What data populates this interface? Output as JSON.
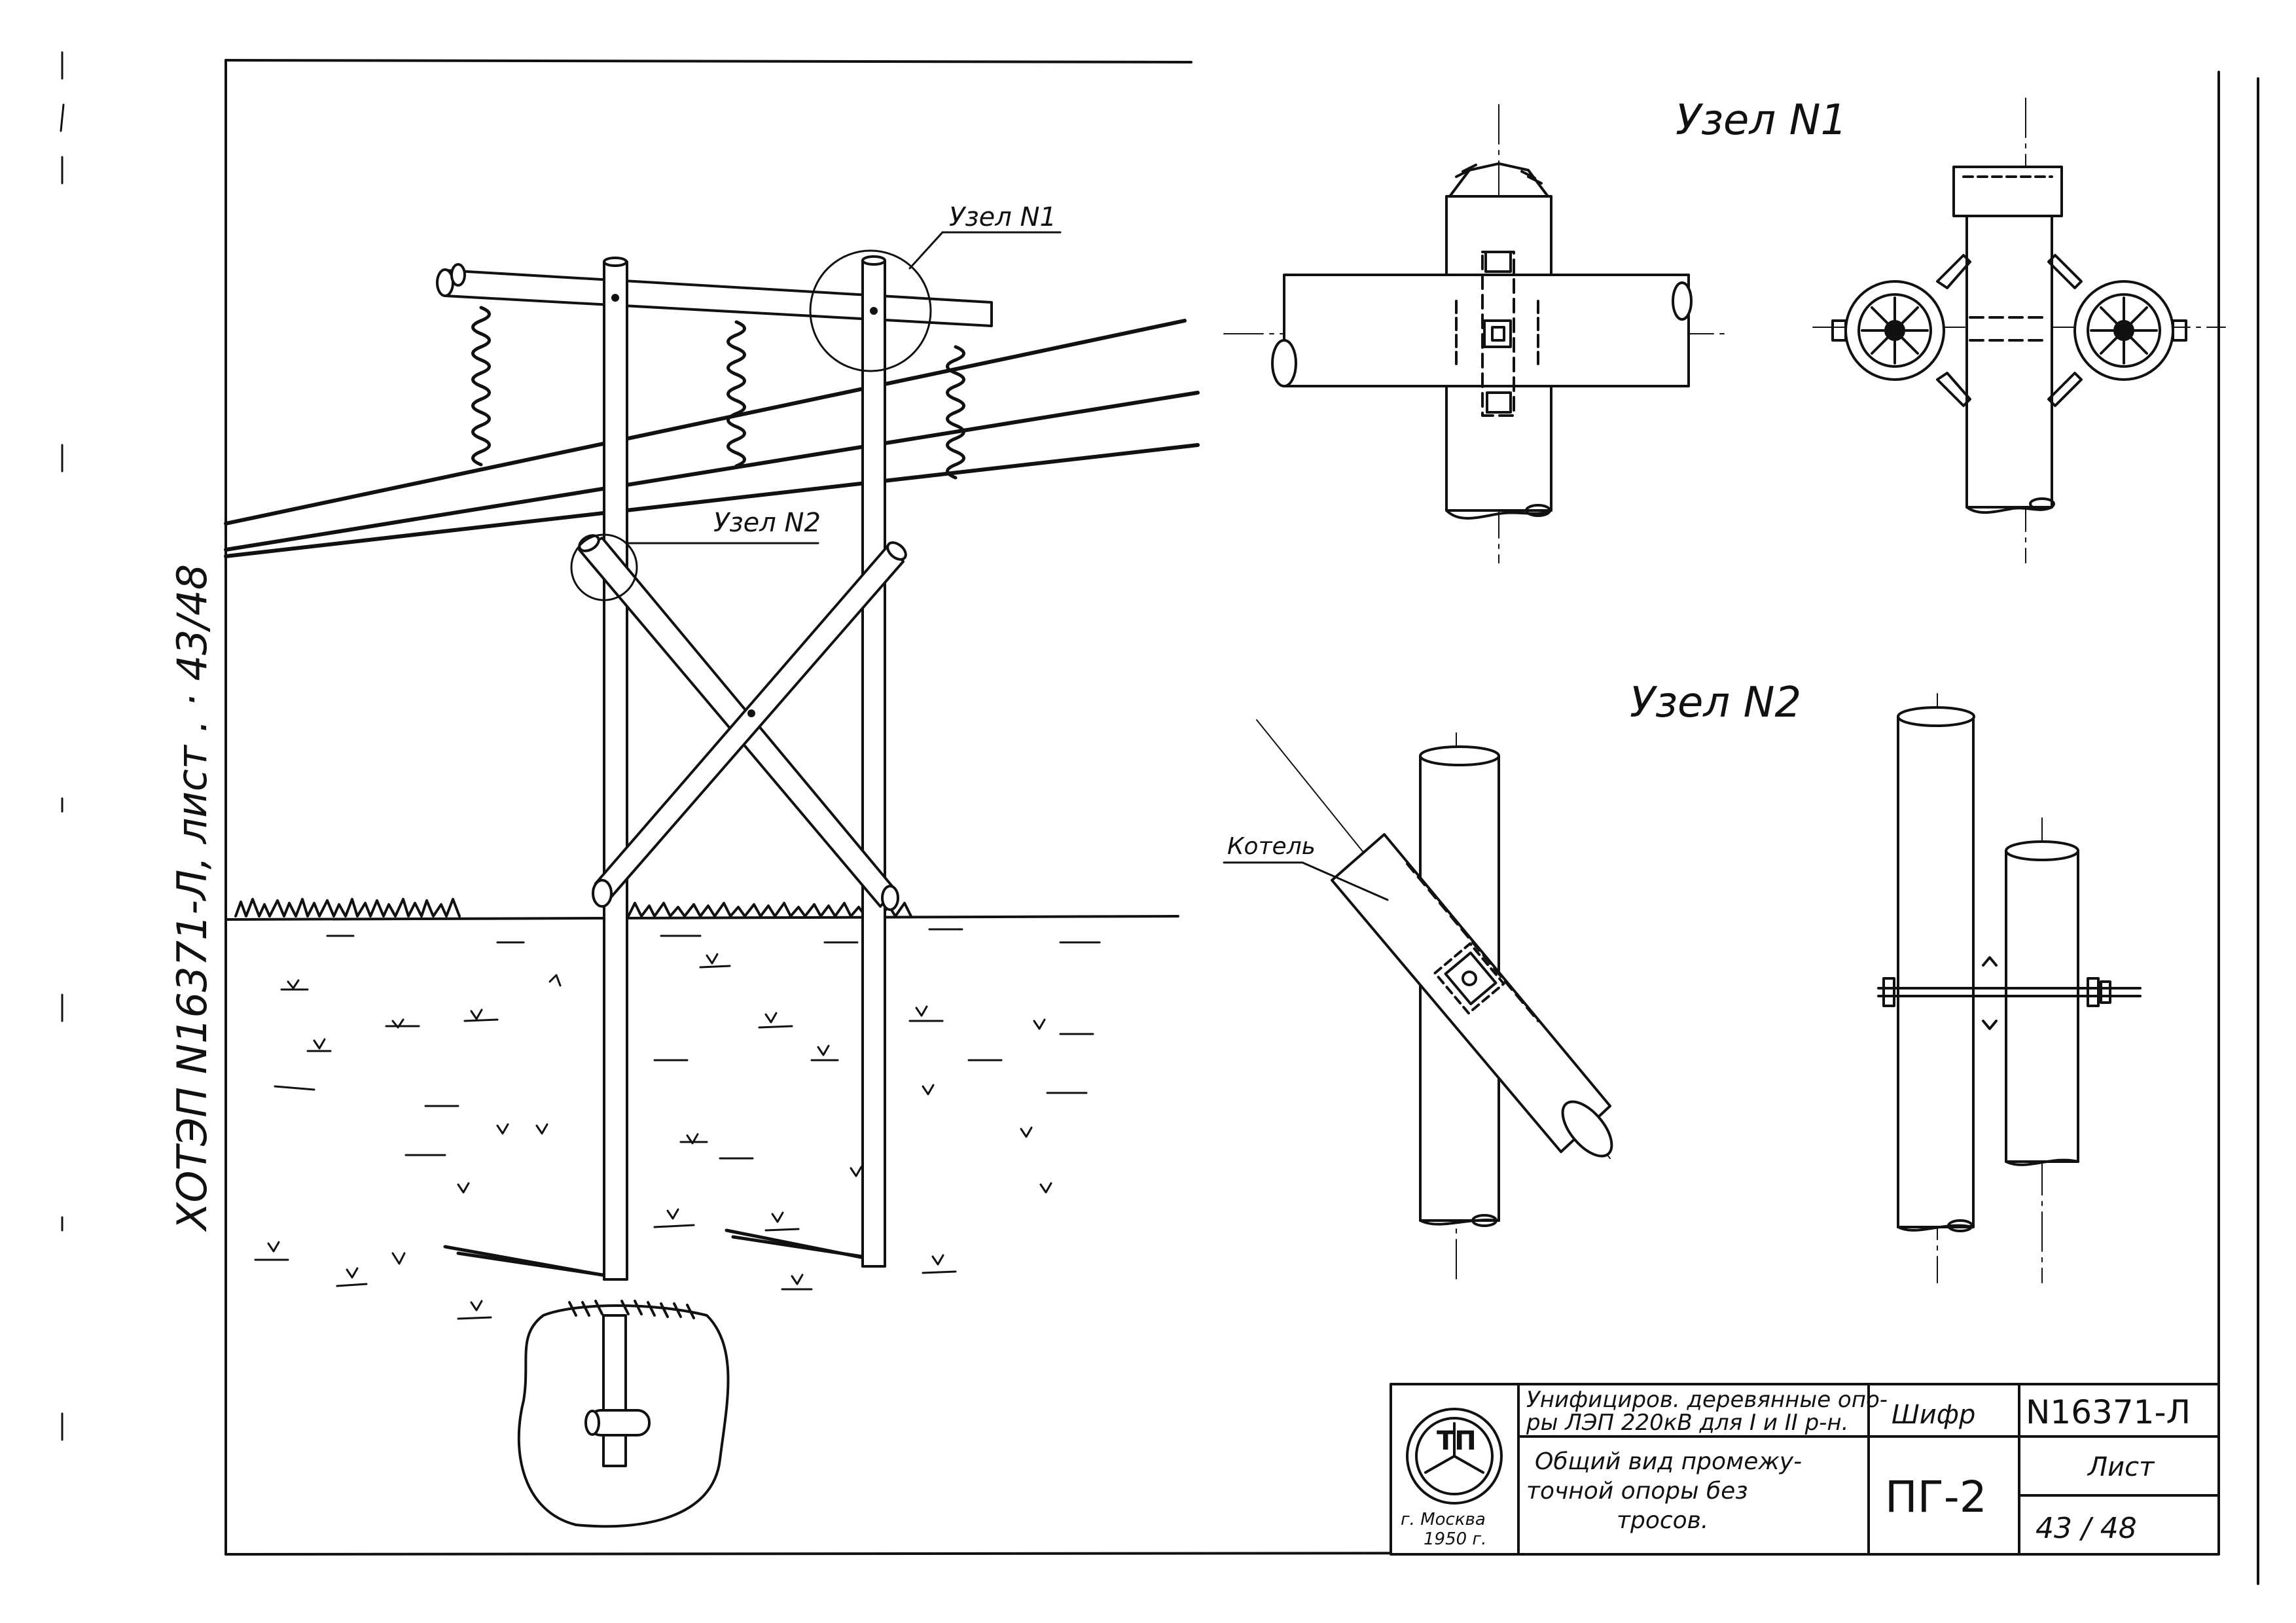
{
  "side_label": "ХОТЭП N16371-Л, лист . · 43/48",
  "callouts": {
    "node1": "Узел N1",
    "node2": "Узел N2",
    "kotel": "Котель"
  },
  "headings": {
    "node1": "Узел N1",
    "node2": "Узел N2"
  },
  "title_block": {
    "org_mark": "ТП",
    "org_city": "г. Москва",
    "org_year": "1950 г.",
    "title_line1": "Унифициров. деревянные опо-",
    "title_line2": "ры ЛЭП 220кВ для I и II р-н.",
    "desc_line1": "Общий вид промежу-",
    "desc_line2": "точной опоры без",
    "desc_line3": "тросов.",
    "code_label": "Шифр",
    "code": "ПГ-2",
    "doc_no": "N16371-Л",
    "sheet_label": "Лист",
    "sheet_value": "43 / 48"
  }
}
